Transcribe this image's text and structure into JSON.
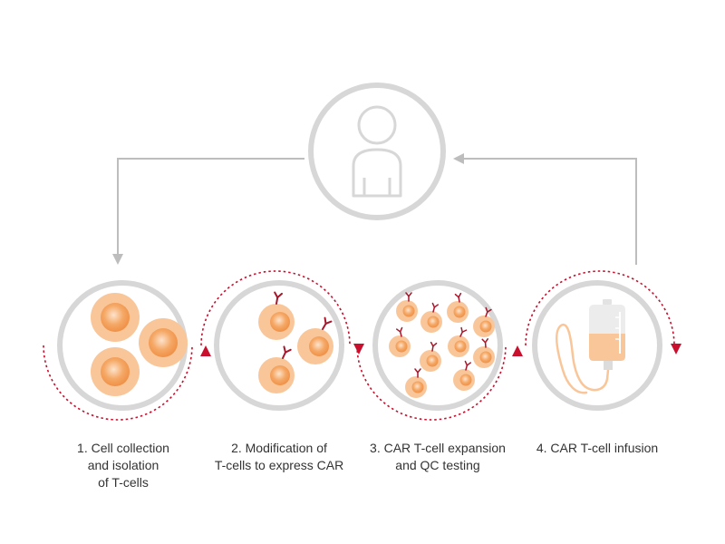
{
  "colors": {
    "ring": "#d7d7d7",
    "connector": "#bdbdbd",
    "cell_outer": "#f9c69a",
    "cell_inner": "#f39a55",
    "cell_highlight": "#fde3cc",
    "receptor": "#a7172b",
    "cycle_arrow": "#c8102e",
    "bag_fill": "#f9c69a",
    "bag_body": "#ececec",
    "text": "#333333"
  },
  "icons": {
    "patient": "person-outline-icon",
    "bag": "infusion-bag-icon",
    "receptor": "y-shaped-receptor-icon"
  },
  "steps": [
    {
      "lines": [
        "1. Cell collection",
        "and isolation",
        "of T-cells"
      ]
    },
    {
      "lines": [
        "2. Modification of",
        "T-cells to express CAR"
      ]
    },
    {
      "lines": [
        "3. CAR T-cell expansion",
        "and QC testing"
      ]
    },
    {
      "lines": [
        "4. CAR T-cell infusion"
      ]
    }
  ]
}
